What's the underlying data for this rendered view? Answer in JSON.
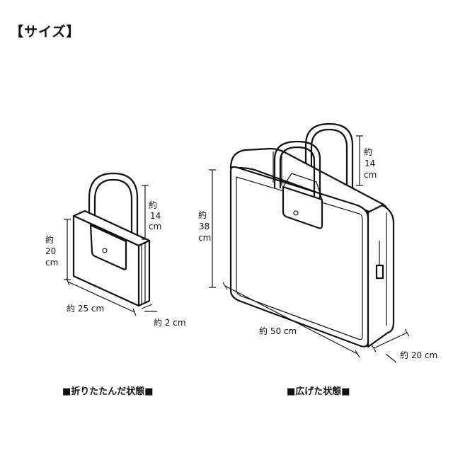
{
  "title": "【サイズ】",
  "folded": {
    "caption": "■折りたたんだ状態■",
    "dims": {
      "handle": [
        "約",
        "14",
        "cm"
      ],
      "height": [
        "約",
        "20",
        "cm"
      ],
      "width": "約 25 cm",
      "depth": "約 2 cm"
    }
  },
  "expanded": {
    "caption": "■広げた状態■",
    "dims": {
      "handle": [
        "約",
        "14",
        "cm"
      ],
      "height": [
        "約",
        "38",
        "cm"
      ],
      "width": "約 50 cm",
      "depth": "約 20 cm"
    }
  }
}
